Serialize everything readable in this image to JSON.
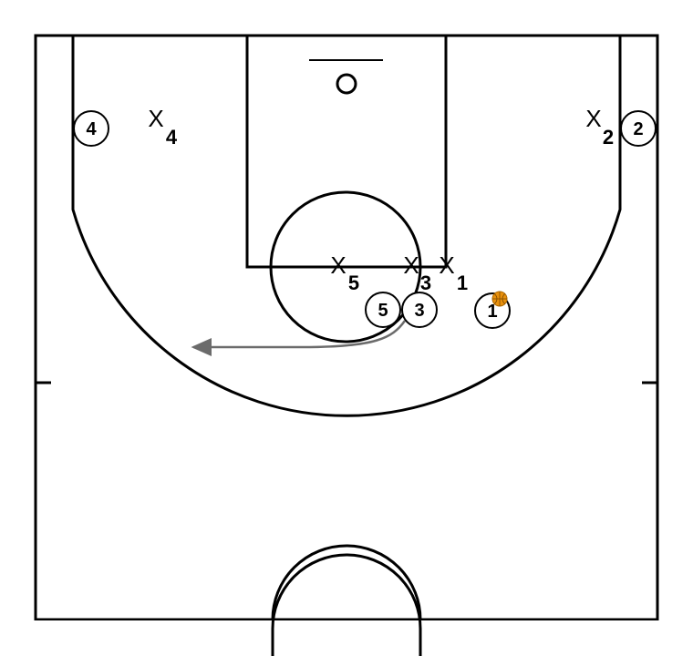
{
  "colors": {
    "court_line": "#000000",
    "pass_arrow": "#6b6b6b",
    "ball": "#e8900c",
    "background": "#ffffff"
  },
  "offense": [
    {
      "label": "4"
    },
    {
      "label": "2"
    },
    {
      "label": "5"
    },
    {
      "label": "3"
    },
    {
      "label": "1",
      "has_ball": true
    }
  ],
  "defense": [
    {
      "mark": "X",
      "sub": "4"
    },
    {
      "mark": "X",
      "sub": "2"
    },
    {
      "mark": "X",
      "sub": "5"
    },
    {
      "mark": "X",
      "sub": "3"
    },
    {
      "mark": "X",
      "sub": "1"
    }
  ],
  "icons": {
    "ball": "basketball-icon",
    "basket": "hoop-icon"
  }
}
